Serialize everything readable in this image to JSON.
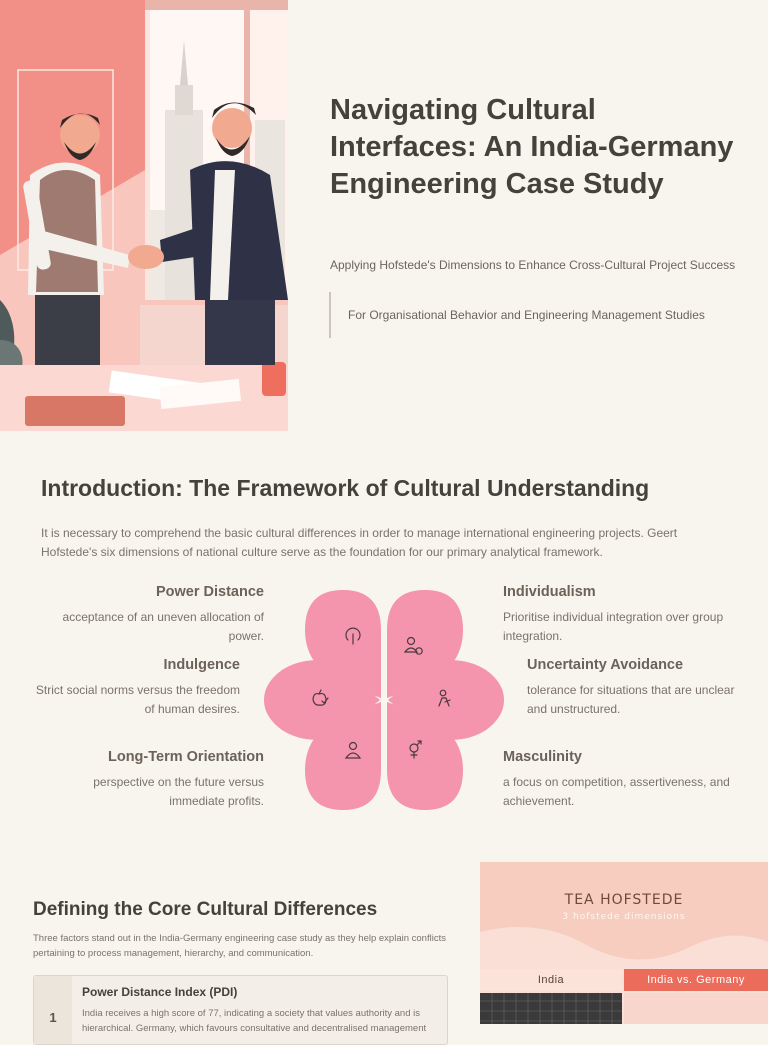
{
  "hero": {
    "title": "Navigating Cultural Interfaces: An India-Germany Engineering Case Study",
    "subtitle": "Applying Hofstede's Dimensions to Enhance Cross-Cultural Project Success",
    "tag": "For Organisational Behavior and Engineering Management Studies"
  },
  "intro": {
    "title": "Introduction: The Framework of Cultural Understanding",
    "body": "It is necessary to comprehend the basic cultural differences in order to manage international engineering projects. Geert Hofstede's six dimensions of national culture serve as the foundation for our primary analytical framework.",
    "dimensions": {
      "power_distance": {
        "title": "Power Distance",
        "desc": "acceptance of an uneven allocation of power.",
        "icon": "power-icon"
      },
      "individualism": {
        "title": "Individualism",
        "desc": "Prioritise individual integration over group integration.",
        "icon": "person-coin-icon"
      },
      "indulgence": {
        "title": "Indulgence",
        "desc": "Strict social norms versus the freedom of human desires.",
        "icon": "apple-check-icon"
      },
      "uncertainty": {
        "title": "Uncertainty Avoidance",
        "desc": "tolerance for situations that are unclear and unstructured.",
        "icon": "puzzle-person-icon"
      },
      "long_term": {
        "title": "Long-Term Orientation",
        "desc": "perspective on the future versus immediate profits.",
        "icon": "person-icon"
      },
      "masculinity": {
        "title": "Masculinity",
        "desc": "a focus on competition, assertiveness, and achievement.",
        "icon": "gender-icon"
      }
    },
    "petal_color": "#f494ad"
  },
  "core": {
    "title": "Defining the Core Cultural Differences",
    "body": "Three factors stand out in the India-Germany engineering case study as they help explain conflicts pertaining to process management, hierarchy, and communication.",
    "cards": [
      {
        "num": "1",
        "title": "Power Distance Index (PDI)",
        "body": "India receives a high score of 77, indicating a society that values authority and is hierarchical. Germany, which favours consultative and decentralised management"
      }
    ]
  },
  "side_graphic": {
    "title": "TEA HOFSTEDE",
    "subtitle": "3  hofstede dimensions",
    "tab_a": "India",
    "tab_b": "India vs. Germany"
  }
}
